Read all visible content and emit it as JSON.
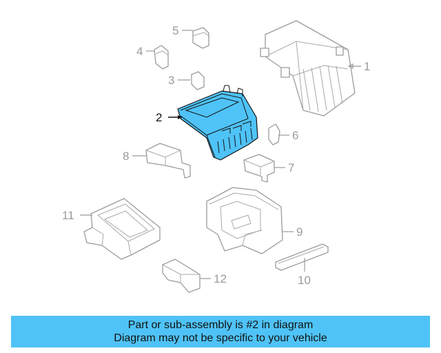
{
  "colors": {
    "highlight": "#4fc3f7",
    "outline": "#9b9b9b",
    "highlight_outline": "#111111"
  },
  "callouts": {
    "c1": "1",
    "c2": "2",
    "c3": "3",
    "c4": "4",
    "c5": "5",
    "c6": "6",
    "c7": "7",
    "c8": "8",
    "c9": "9",
    "c10": "10",
    "c11": "11",
    "c12": "12"
  },
  "footer": {
    "line1": "Part or sub-assembly is #2 in diagram",
    "line2": "Diagram may not be specific to your vehicle"
  }
}
